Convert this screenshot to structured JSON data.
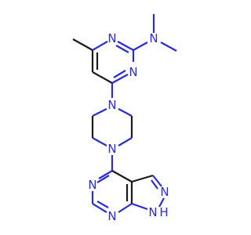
{
  "structure": {
    "atoms": {
      "pyrimidine_n1": "N",
      "pyrimidine_n3": "N",
      "dimethylamino_n": "N",
      "piperazine_n_top": "N",
      "piperazine_n_bottom": "N",
      "pyrazolopyrimidine_n5": "N",
      "pyrazolopyrimidine_n7": "N",
      "pyrazole_n2": "N",
      "pyrazole_nh": "N",
      "pyrazole_nh_h": "H"
    }
  },
  "colors": {
    "bond": "#1a1a1a",
    "nitrogen": "#2b2bd6",
    "background": "#ffffff"
  }
}
